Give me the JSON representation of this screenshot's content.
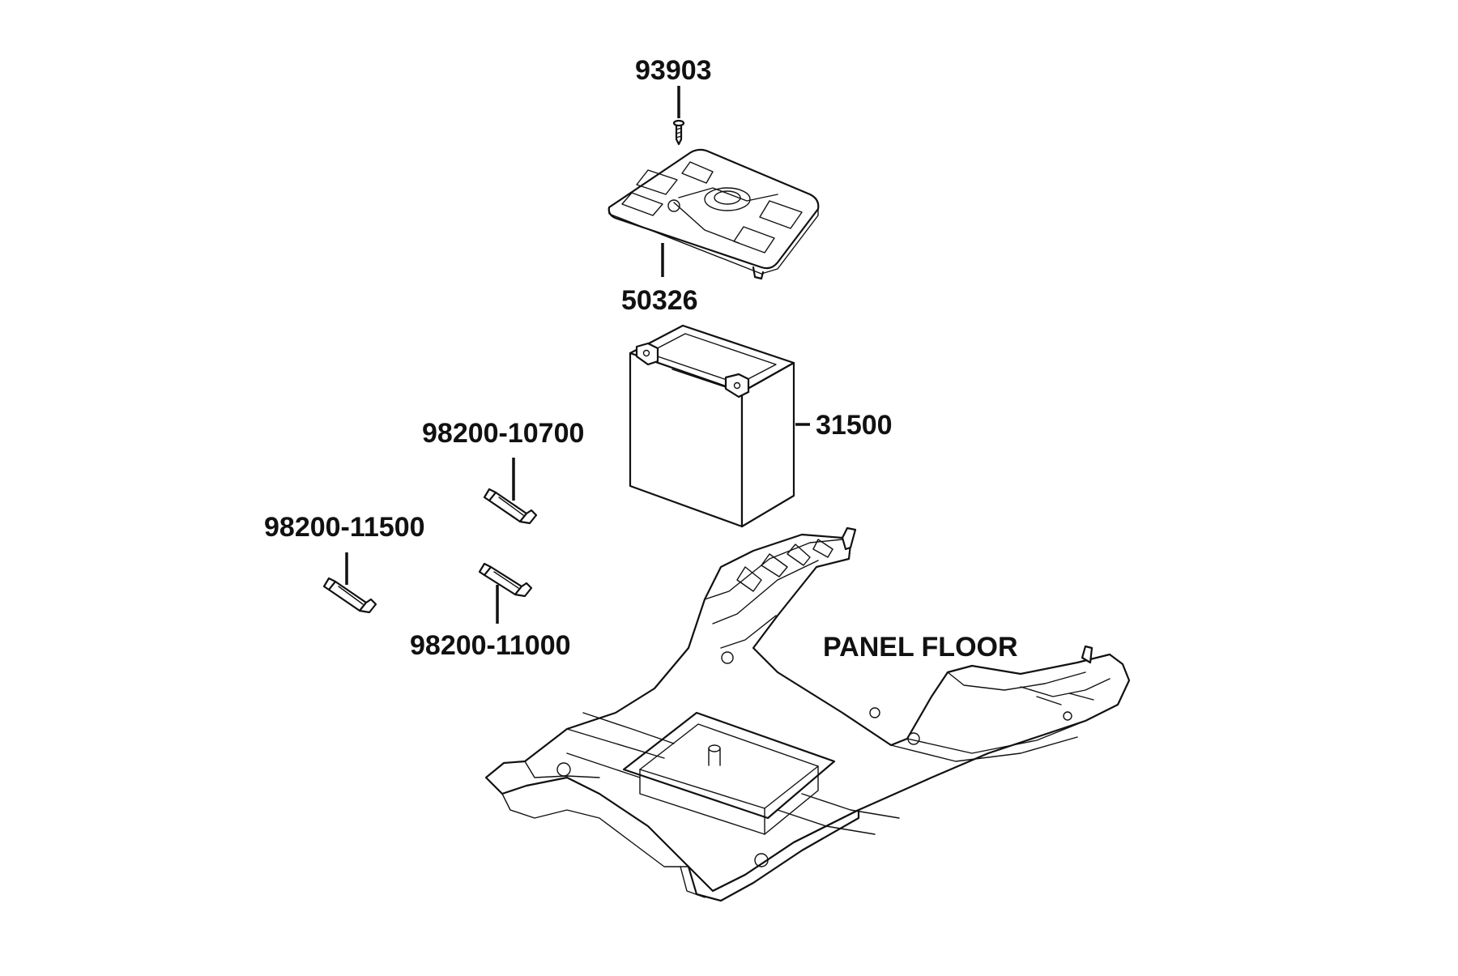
{
  "callouts": {
    "screw": "93903",
    "cover": "50326",
    "battery": "31500",
    "fuse_10a": "98200-10700",
    "fuse_15a": "98200-11500",
    "fuse_10a_b": "98200-11000"
  },
  "assembly_label": "PANEL FLOOR",
  "colors": {
    "line": "#111111",
    "background": "#ffffff"
  }
}
